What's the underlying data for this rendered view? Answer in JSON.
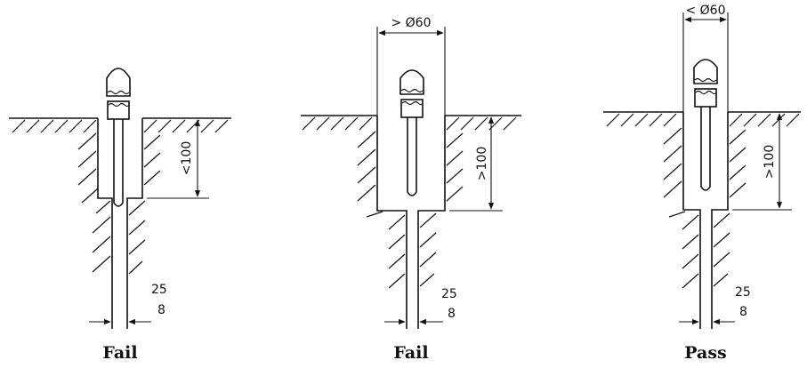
{
  "panels": [
    {
      "id": "left",
      "verdict": "Fail",
      "depth_label": "<100",
      "opening_label": "",
      "rod_dims": [
        "25",
        "8"
      ]
    },
    {
      "id": "middle",
      "verdict": "Fail",
      "depth_label": ">100",
      "opening_label": "> Ø60",
      "rod_dims": [
        "25",
        "8"
      ]
    },
    {
      "id": "right",
      "verdict": "Pass",
      "depth_label": ">100",
      "opening_label": "< Ø60",
      "rod_dims": [
        "25",
        "8"
      ]
    }
  ]
}
